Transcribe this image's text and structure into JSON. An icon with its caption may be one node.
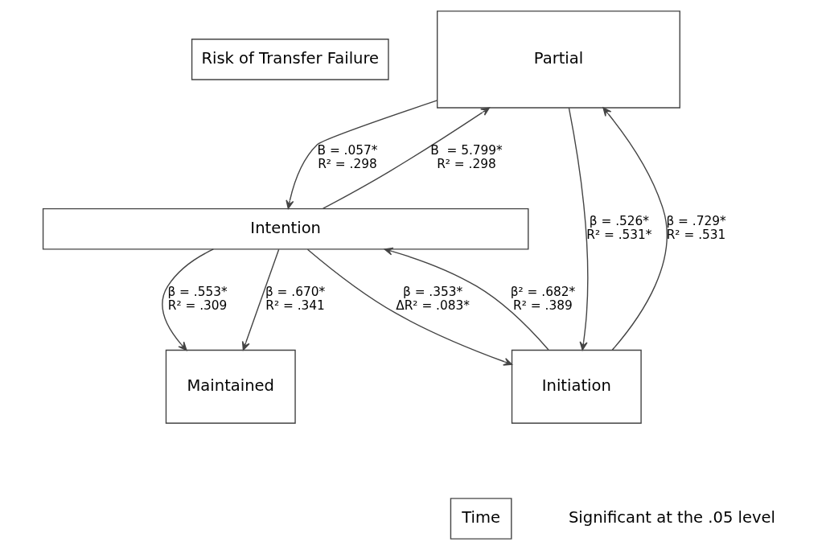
{
  "diagram": {
    "nodes": [
      {
        "text": [
          "Risk of Transfer Failure"
        ]
      },
      {
        "text": [
          "Intention"
        ]
      },
      {
        "text": [
          "Partial"
        ]
      },
      {
        "text": [
          "Initiation"
        ]
      },
      {
        "text": [
          "Maintained"
        ]
      },
      {
        "text": [
          "Time"
        ]
      }
    ],
    "edges": [
      {
        "from": 1,
        "to": 2,
        "arrow": "to",
        "label": "B  = 5.799*  R² = .298"
      },
      {
        "from": 1,
        "to": 3,
        "arrow": "to",
        "label": "β = .353* ΔR² = .083*"
      },
      {
        "from": 2,
        "to": 3,
        "arrow": "to",
        "label": "β = .526* R² = .531*"
      },
      {
        "from": 3,
        "to": 2,
        "arrow": "to",
        "label": "β = .729* R² = .531"
      },
      {
        "from": 2,
        "to": 1,
        "arrow": "to",
        "label": "B = .057* R² = .298"
      },
      {
        "from": 3,
        "to": 1,
        "arrow": "to",
        "label": "β² = .682* R² = .389"
      },
      {
        "from": 1,
        "to": 4,
        "arrow": "to",
        "label": "β = .553* R² = .309"
      },
      {
        "from": 1,
        "to": 4,
        "arrow": "to",
        "label": "β = .670* R² = .341"
      }
    ],
    "labels": [
      "Significant at the .05 level"
    ]
  }
}
